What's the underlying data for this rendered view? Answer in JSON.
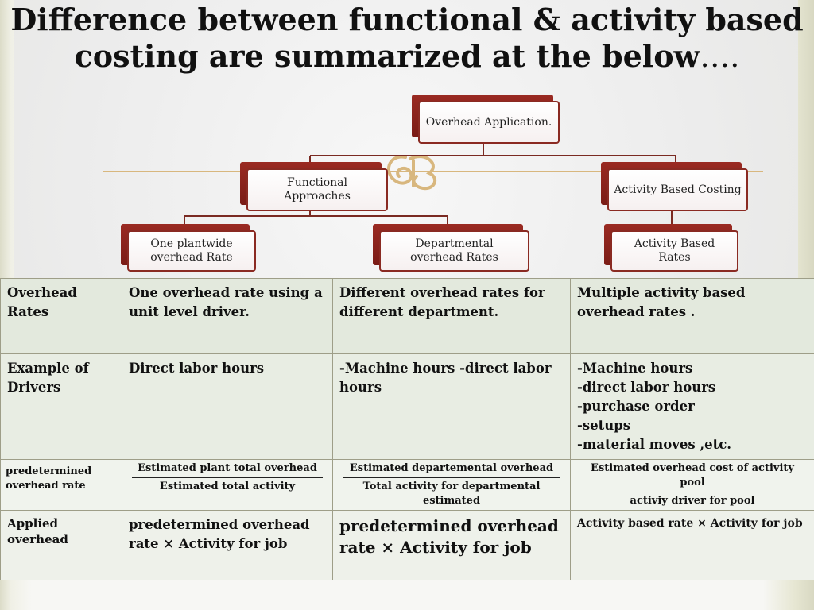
{
  "title": {
    "line1": "Difference between functional & activity based",
    "line2": "costing are summarized at the below",
    "ellipsis": "…."
  },
  "diagram": {
    "root": "Overhead Application.",
    "functional": [
      "Functional",
      "Approaches"
    ],
    "activity": "Activity Based Costing",
    "plantwide": [
      "One plantwide",
      "overhead Rate"
    ],
    "departmental": [
      "Departmental",
      "overhead Rates"
    ],
    "activity_rates": "Activity Based Rates",
    "decor_glyph": "ornament-icon"
  },
  "table": {
    "rows": [
      {
        "head": [
          "Overhead",
          "Rates"
        ],
        "functional_plant": [
          "One overhead rate using a",
          "unit level driver."
        ],
        "functional_dept": [
          "Different overhead rates for",
          "different department."
        ],
        "activity": [
          "Multiple  activity based",
          "overhead rates ."
        ]
      },
      {
        "head": [
          "Example of",
          "Drivers"
        ],
        "functional_plant": [
          "Direct labor hours"
        ],
        "functional_dept": [
          "-Machine hours -direct labor",
          "hours"
        ],
        "activity": [
          "-Machine hours",
          "-direct labor hours",
          "-purchase order",
          "-setups",
          "-material moves ,etc."
        ]
      },
      {
        "head": [
          "predetermined",
          "overhead rate"
        ],
        "functional_plant": {
          "numerator": "Estimated plant total overhead",
          "denominator": "Estimated total  activity"
        },
        "functional_dept": {
          "numerator": "Estimated  departemental overhead",
          "denominator": "Total activity for departmental estimated"
        },
        "activity": {
          "numerator": "Estimated  overhead  cost of activity pool",
          "denominator": "activiy driver for pool"
        }
      },
      {
        "head": [
          "Applied",
          "overhead"
        ],
        "functional_plant": [
          "predetermined overhead",
          "rate × Activity for job"
        ],
        "functional_dept": [
          "predetermined overhead",
          "rate × Activity for job"
        ],
        "activity": [
          "Activity based rate × Activity for job"
        ]
      }
    ]
  },
  "colors": {
    "node_border": "#8a2a22",
    "node_shadow": "#7a1c16",
    "connector": "#7a2a22",
    "decor": "#d8b77e"
  }
}
